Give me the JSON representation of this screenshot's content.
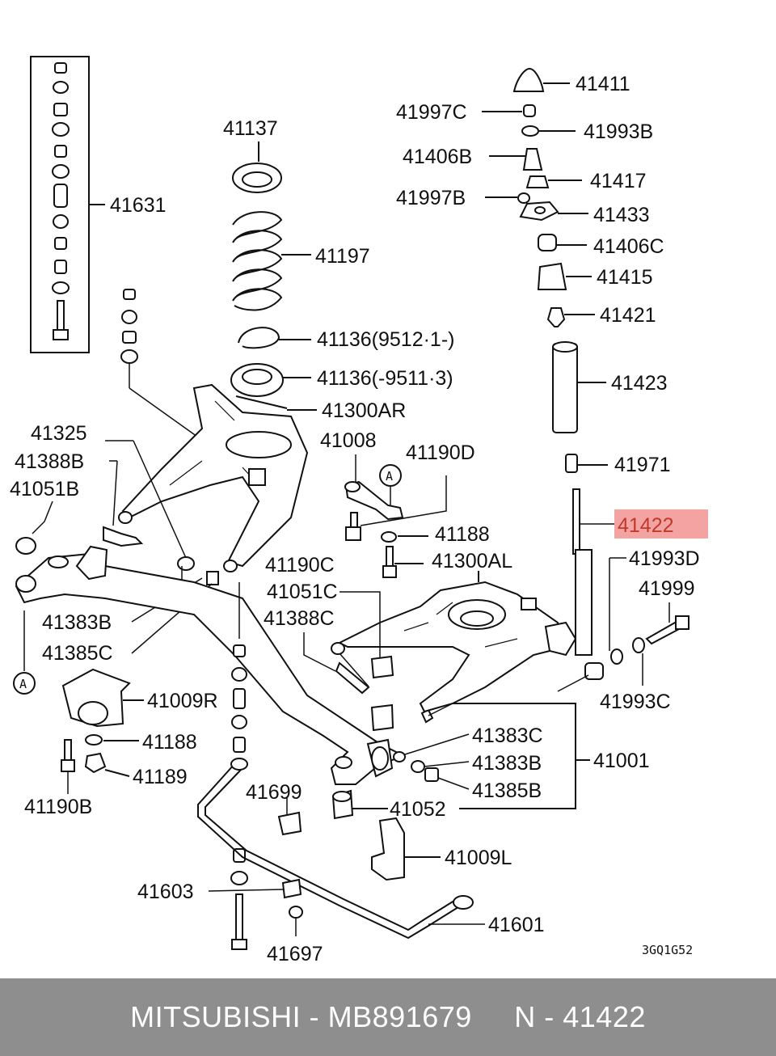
{
  "footer": {
    "text": "MITSUBISHI - MB891679     N - 41422"
  },
  "highlight": {
    "color": "#f4a3a3",
    "text_color": "#c0392b"
  },
  "diagram_code": "3GQ1G52",
  "callouts": {
    "c1": "A",
    "c2": "A"
  },
  "labels": {
    "p41411": "41411",
    "p41997C": "41997C",
    "p41993B": "41993B",
    "p41406B": "41406B",
    "p41417": "41417",
    "p41997B": "41997B",
    "p41433": "41433",
    "p41406C": "41406C",
    "p41415": "41415",
    "p41421": "41421",
    "p41423": "41423",
    "p41971": "41971",
    "p41422": "41422",
    "p41993D": "41993D",
    "p41999": "41999",
    "p41993C": "41993C",
    "p41137": "41137",
    "p41197": "41197",
    "p41136a": "41136(9512·1-)",
    "p41136b": "41136(-9511·3)",
    "p41300AR": "41300AR",
    "p41631": "41631",
    "p41325": "41325",
    "p41388B": "41388B",
    "p41051B": "41051B",
    "p41008": "41008",
    "p41190D": "41190D",
    "p41188a": "41188",
    "p41190C": "41190C",
    "p41300AL": "41300AL",
    "p41051C": "41051C",
    "p41388C": "41388C",
    "p41383B_l": "41383B",
    "p41385C": "41385C",
    "p41009R": "41009R",
    "p41188b": "41188",
    "p41189": "41189",
    "p41190B": "41190B",
    "p41383C": "41383C",
    "p41383B_r": "41383B",
    "p41385B": "41385B",
    "p41001": "41001",
    "p41699": "41699",
    "p41052": "41052",
    "p41009L": "41009L",
    "p41603": "41603",
    "p41601": "41601",
    "p41697": "41697"
  }
}
